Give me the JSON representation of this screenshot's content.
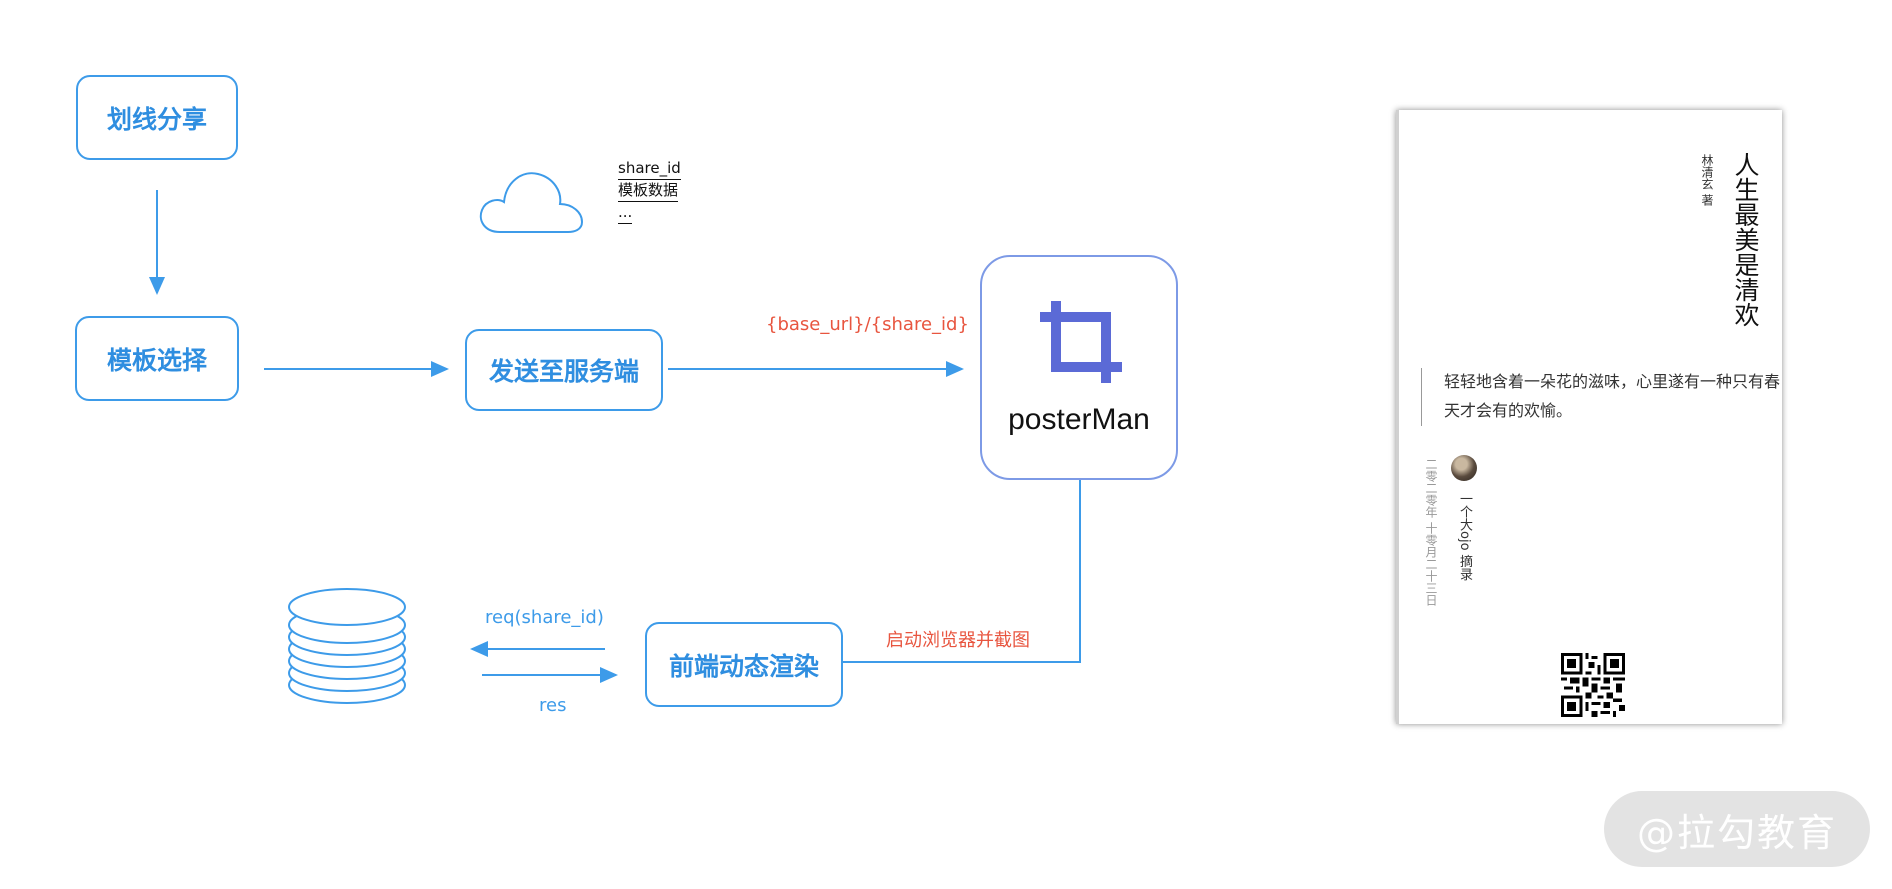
{
  "flow": {
    "step_share": "划线分享",
    "step_template": "模板选择",
    "step_send": "发送至服务端",
    "step_render": "前端动态渲染"
  },
  "cloud_note": {
    "line1": "share_id",
    "line2": "模板数据",
    "line3": "..."
  },
  "edges": {
    "url_label": "{base_url}/{share_id}",
    "screenshot_label": "启动浏览器并截图",
    "req_label": "req(share_id)",
    "res_label": "res"
  },
  "app": {
    "name": "posterMan",
    "icon": "crop-icon",
    "icon_color": "#5b6ad6"
  },
  "poster": {
    "title": "人生最美是清欢",
    "author": "林清玄  著",
    "quote": "轻轻地含着一朵花的滋味，心里遂有一种只有春天才会有的欢愉。",
    "date": "二零二零年 十零月二十三日",
    "excerpt": "一个大ojo  摘录"
  },
  "watermark": "@拉勾教育",
  "colors": {
    "accent_blue": "#3d9be9",
    "edge_label_red": "#e8553f"
  }
}
